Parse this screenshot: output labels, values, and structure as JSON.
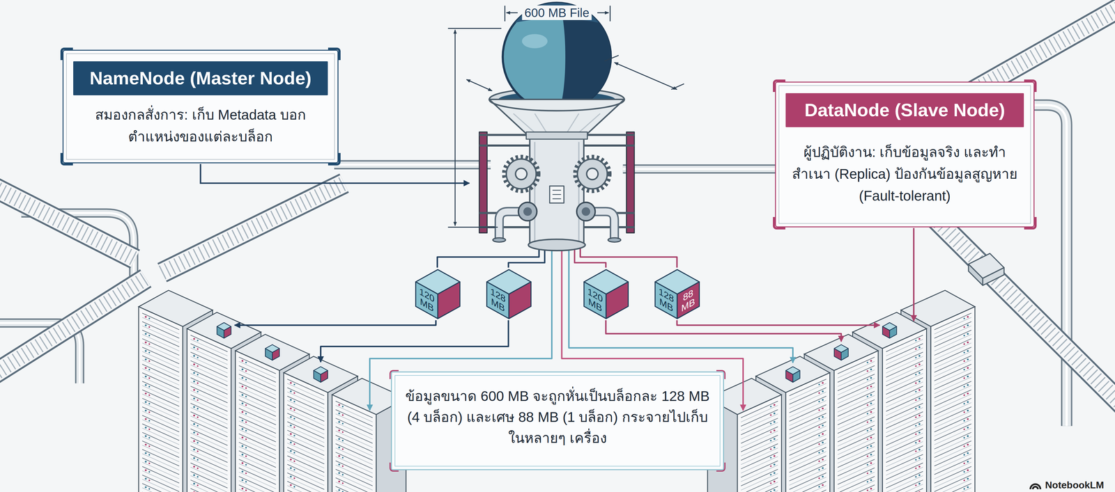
{
  "diagram": {
    "nodes": [
      {
        "text": [
          "NameNode (Master Node)",
          "สมองกลสั่งการ: เก็บ Metadata บอกตำแหน่งของแต่ละบล็อก"
        ]
      },
      {
        "text": [
          "DataNode (Slave Node)",
          "ผู้ปฏิบัติงาน: เก็บข้อมูลจริง และทำสำเนา (Replica) ป้องกันข้อมูลสูญหาย (Fault-tolerant)"
        ]
      },
      {
        "text": [
          "120 MB"
        ]
      },
      {
        "text": [
          "128 MB"
        ]
      },
      {
        "text": [
          "120 MB"
        ]
      },
      {
        "text": [
          "128 MB",
          "88 MB"
        ]
      },
      {
        "text": [
          "ข้อมูลขนาด 600 MB จะถูกหั่นเป็นบล็อกละ 128 MB (4 บล็อก) และเศษ 88 MB (1 บล็อก) กระจายไปเก็บในหลายๆ เครื่อง"
        ]
      }
    ],
    "labels": [
      "600 MB File",
      "NotebookLM"
    ]
  }
}
